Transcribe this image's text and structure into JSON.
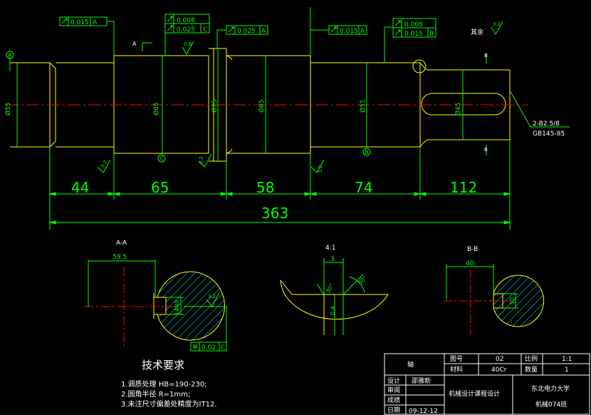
{
  "colors": {
    "background": "#000000",
    "outline": "#ffff00",
    "dimension": "#00ff00",
    "centerline": "#ff0000",
    "hatch": "#00ffff",
    "text": "#ffffff",
    "frame": "#ffffff"
  },
  "tolerances": {
    "t1": {
      "value": "0.015",
      "datum": "A"
    },
    "t2a": {
      "value": "0.008",
      "datum": ""
    },
    "t2b": {
      "value": "0.025",
      "datum": "C"
    },
    "t3": {
      "value": "0.025",
      "datum": "A"
    },
    "t4": {
      "value": "0.015",
      "datum": "A"
    },
    "t5a": {
      "value": "0.008",
      "datum": ""
    },
    "t5b": {
      "value": "0.015",
      "datum": "B"
    },
    "t6": {
      "value": "0.02",
      "datum": "C"
    }
  },
  "datums": {
    "a": "A",
    "b": "B",
    "c": "C"
  },
  "roughness": {
    "r32": "3.2",
    "r08": "0.8",
    "remaining": "其余"
  },
  "diameters": {
    "d55a": "Ø55",
    "d65": "Ø65",
    "d75": "Ø75",
    "d65b": "Ø65",
    "d55b": "Ø55",
    "d45": "Ø45"
  },
  "lengths": {
    "l1": "44",
    "l2": "65",
    "l3": "58",
    "l4": "74",
    "l5": "112",
    "total": "363"
  },
  "section_labels": {
    "a": "A",
    "b": "B",
    "note_center": "2-B2.5/8",
    "note_std": "GB145-85"
  },
  "section_aa": {
    "title": "A-A",
    "width": "59.5",
    "key": "14N9"
  },
  "detail": {
    "scale": "4:1",
    "width": "3",
    "depth": "0.4",
    "angle1": "30°",
    "angle2": "30°"
  },
  "section_bb": {
    "title": "B-B",
    "width": "40",
    "key": "10"
  },
  "requirements": {
    "title": "技术要求",
    "items": [
      "1.调质处理 HB=190-230;",
      "2.圆角半径 R=1mm;",
      "3.未注尺寸偏差处精度为IT12."
    ]
  },
  "title_block": {
    "part_name": "轴",
    "drawing_no_label": "图号",
    "drawing_no": "02",
    "scale_label": "比例",
    "scale": "1:1",
    "material_label": "材料",
    "material": "40Cr",
    "qty_label": "数量",
    "qty": "1",
    "design_label": "设计",
    "designer": "邵雅新",
    "review_label": "审阅",
    "grade_label": "成绩",
    "date_label": "日期",
    "date": "09-12-12",
    "course": "机械设计课程设计",
    "school": "东北电力大学",
    "class": "机械074班"
  }
}
